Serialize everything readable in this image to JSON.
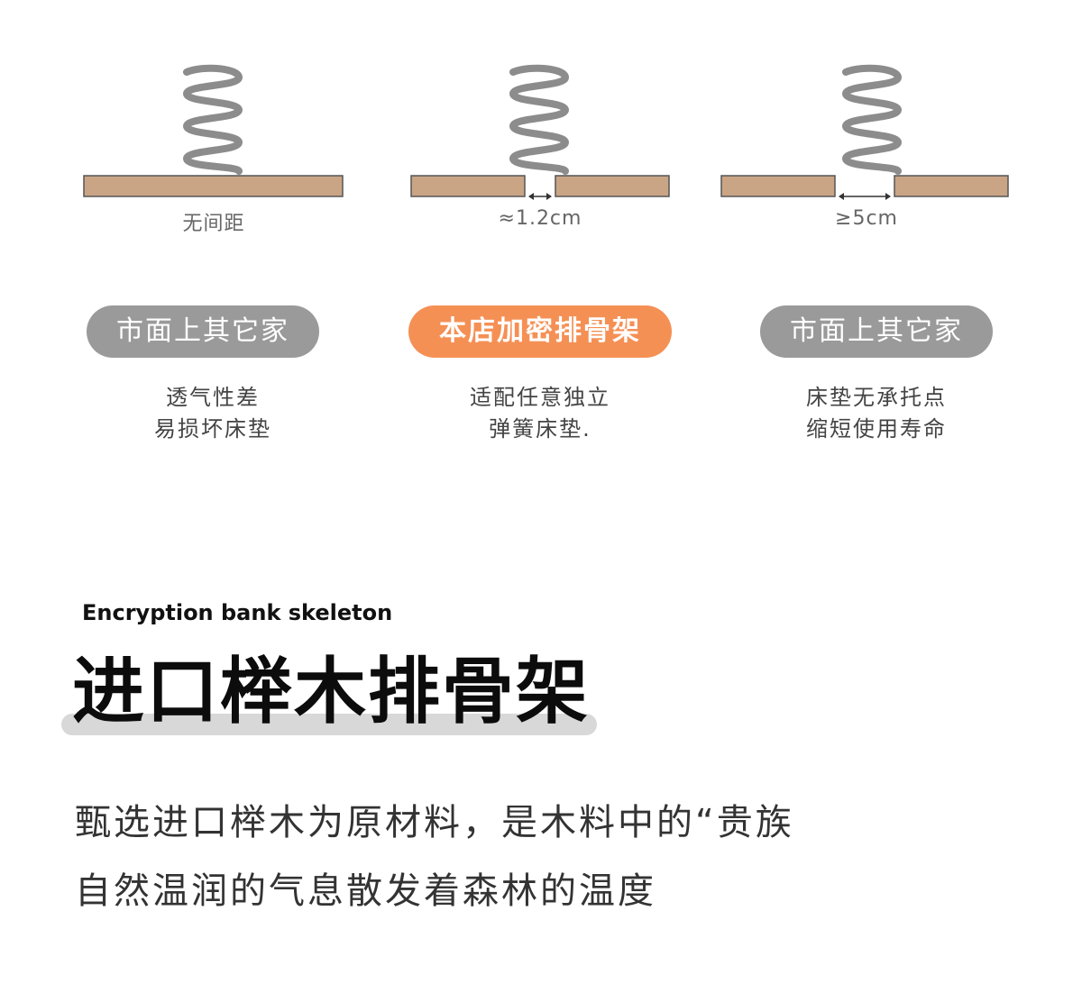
{
  "colors": {
    "board": "#c9a586",
    "board_border": "#555555",
    "spring": "#8c8c8c",
    "badge_grey": "#9a9a9a",
    "badge_accent": "#f59055"
  },
  "comparisons": [
    {
      "gap_label": "无间距",
      "badge": "市面上其它家",
      "badge_style": "grey",
      "desc": [
        "透气性差",
        "易损坏床垫"
      ]
    },
    {
      "gap_label": "≈1.2cm",
      "badge": "本店加密排骨架",
      "badge_style": "accent",
      "desc": [
        "适配任意独立",
        "弹簧床垫."
      ]
    },
    {
      "gap_label": "≥5cm",
      "badge": "市面上其它家",
      "badge_style": "grey",
      "desc": [
        "床垫无承托点",
        "缩短使用寿命"
      ]
    }
  ],
  "section": {
    "subtitle": "Encryption bank skeleton",
    "title": "进口榉木排骨架",
    "body": [
      "甄选进口榉木为原材料，是木料中的“贵族",
      "自然温润的气息散发着森林的温度"
    ]
  }
}
